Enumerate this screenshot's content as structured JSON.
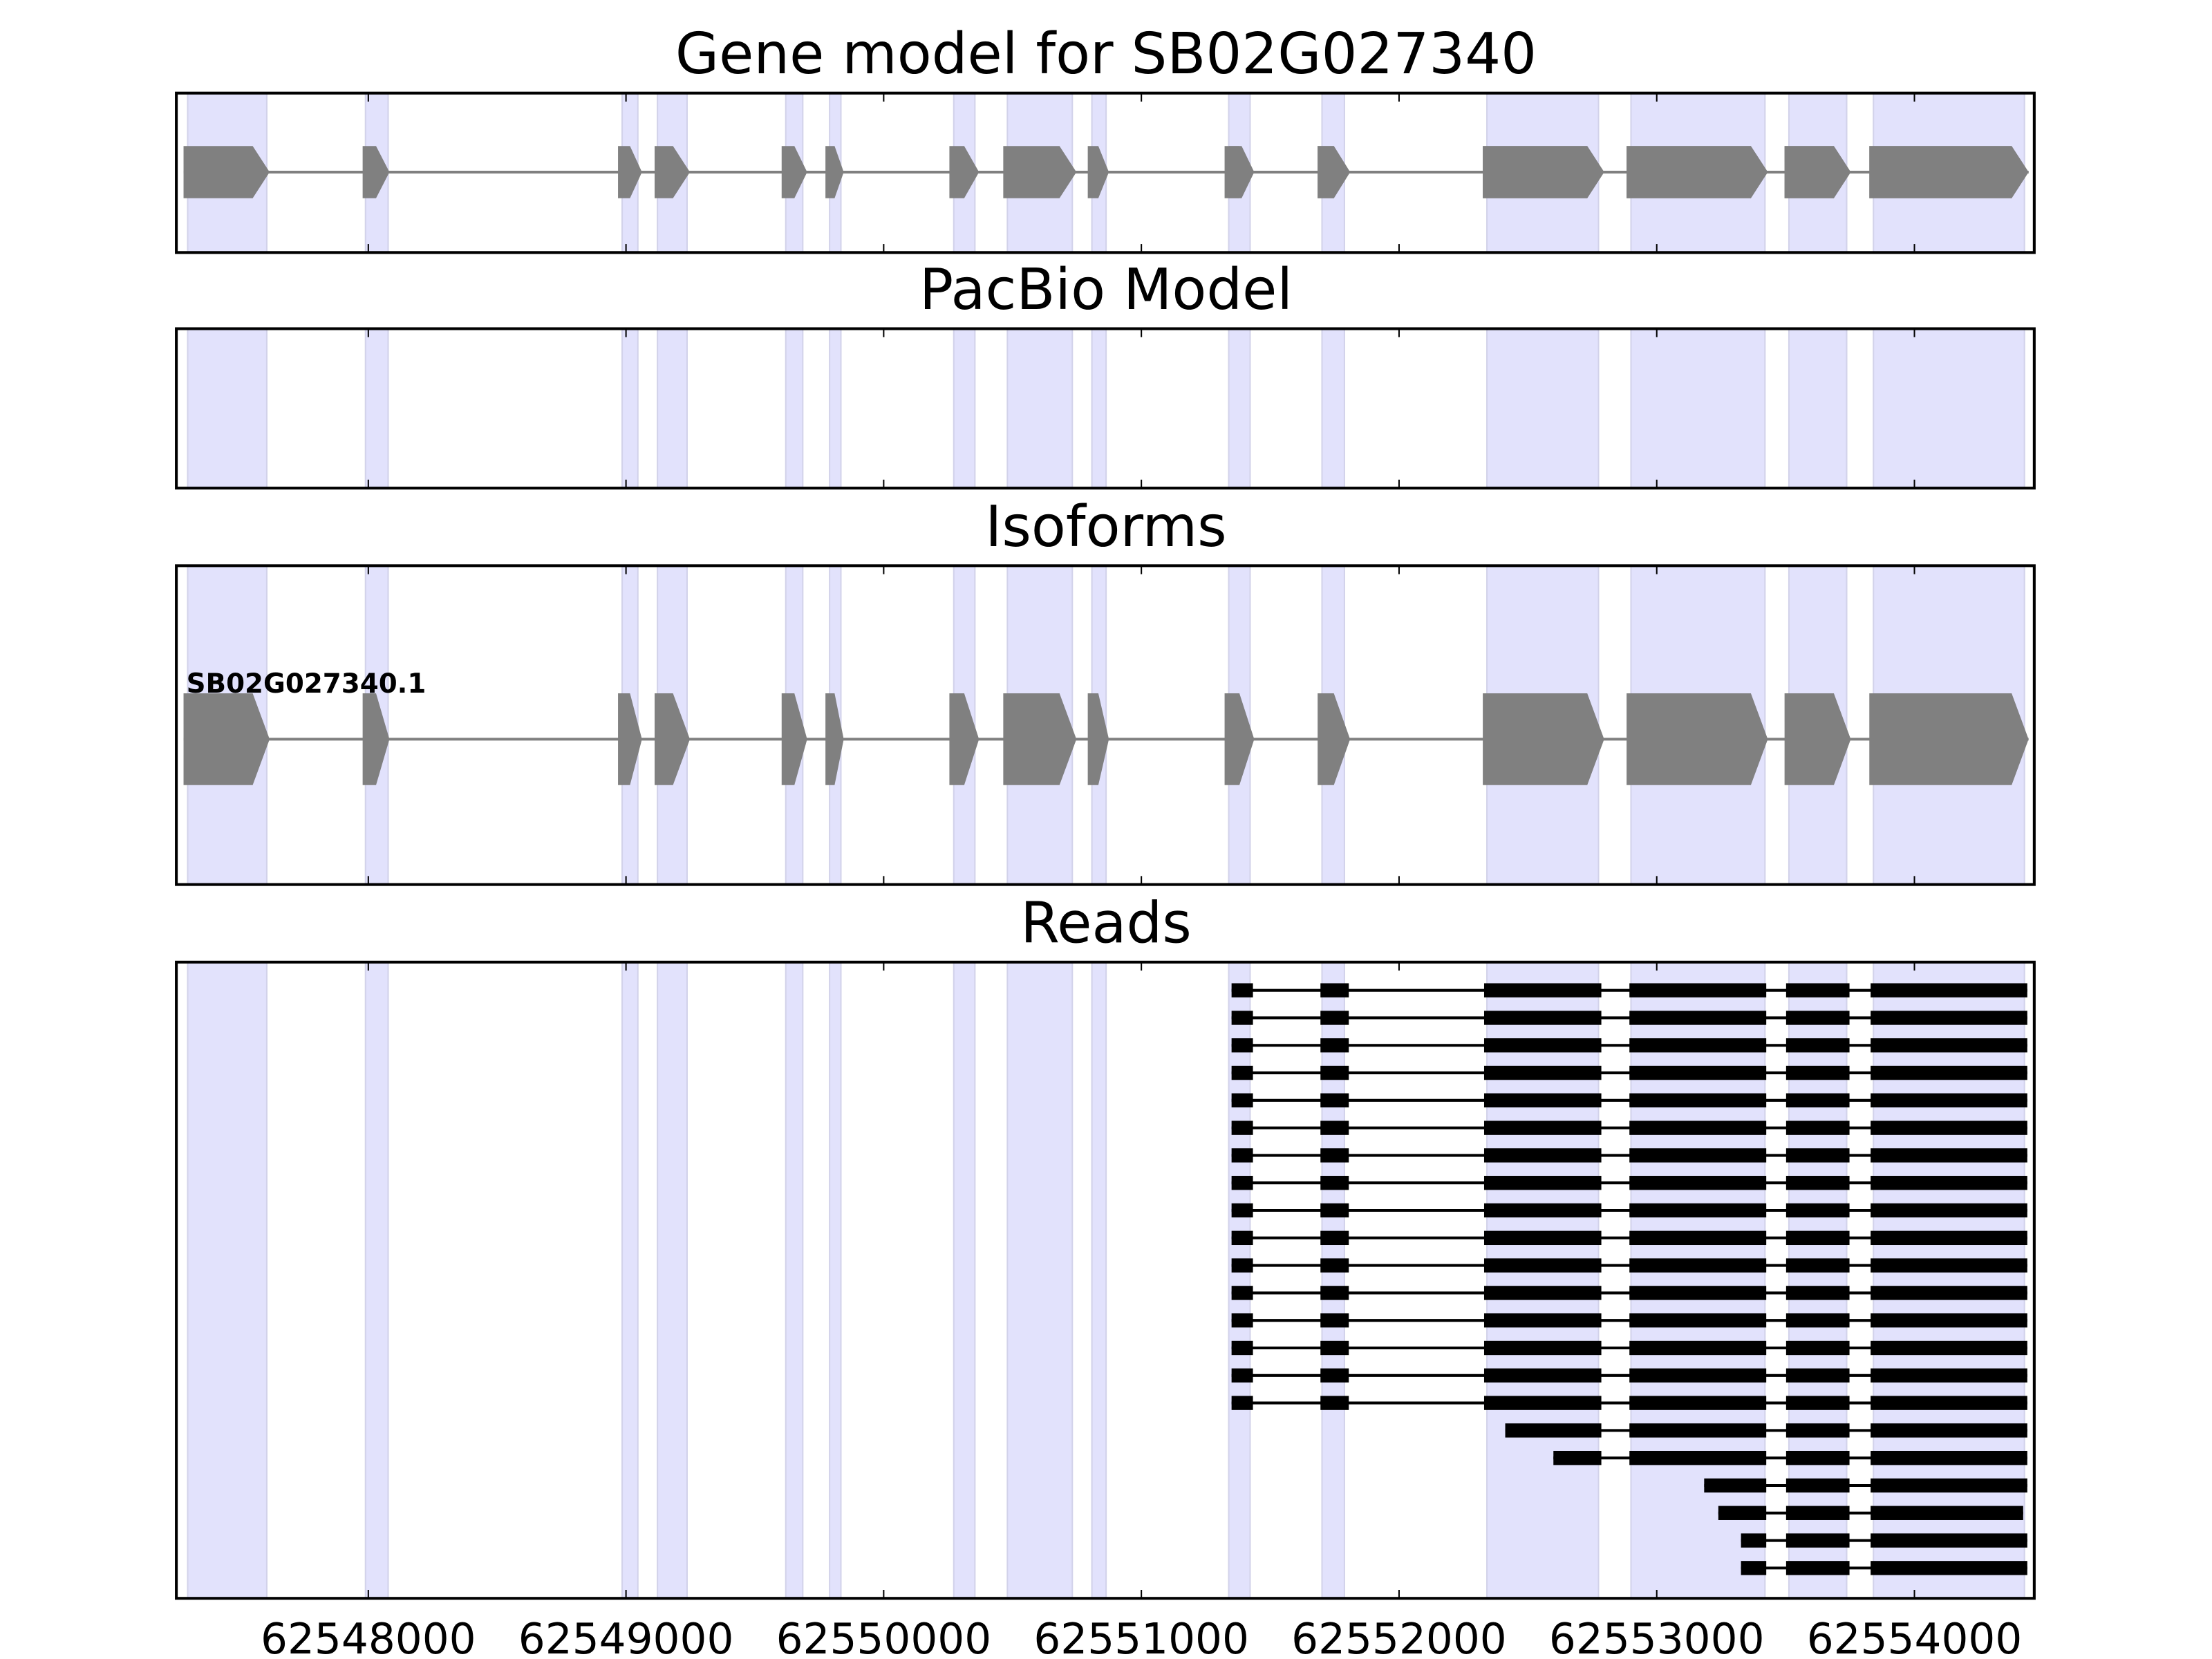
{
  "chart_data": {
    "type": "gene-tracks",
    "xlim": [
      62547255,
      62554465
    ],
    "xticks": [
      62548000,
      62549000,
      62550000,
      62551000,
      62552000,
      62553000,
      62554000
    ],
    "xtick_labels": [
      "62548000",
      "62549000",
      "62550000",
      "62551000",
      "62552000",
      "62553000",
      "62554000"
    ],
    "colors": {
      "band": "#e2e2fc",
      "band_edge": "#d2d2ea",
      "model": "#808080",
      "read": "#000000"
    },
    "bands": [
      [
        62547299,
        62547606
      ],
      [
        62547989,
        62548077
      ],
      [
        62548985,
        62549046
      ],
      [
        62549122,
        62549237
      ],
      [
        62549620,
        62549686
      ],
      [
        62549790,
        62549834
      ],
      [
        62550272,
        62550354
      ],
      [
        62550480,
        62550732
      ],
      [
        62550808,
        62550863
      ],
      [
        62551339,
        62551422
      ],
      [
        62551701,
        62551788
      ],
      [
        62552341,
        62552774
      ],
      [
        62552900,
        62553420
      ],
      [
        62553513,
        62553737
      ],
      [
        62553841,
        62554427
      ]
    ],
    "panels": [
      {
        "title": "Gene model for SB02G027340",
        "kind": "model",
        "exons": [
          [
            62547283,
            62547617
          ],
          [
            62547978,
            62548082
          ],
          [
            62548969,
            62549062
          ],
          [
            62549111,
            62549248
          ],
          [
            62549604,
            62549703
          ],
          [
            62549774,
            62549845
          ],
          [
            62550255,
            62550370
          ],
          [
            62550464,
            62550748
          ],
          [
            62550792,
            62550874
          ],
          [
            62551323,
            62551438
          ],
          [
            62551684,
            62551810
          ],
          [
            62552325,
            62552796
          ],
          [
            62552883,
            62553431
          ],
          [
            62553496,
            62553753
          ],
          [
            62553825,
            62554443
          ]
        ]
      },
      {
        "title": "PacBio Model",
        "kind": "model",
        "exons": [
          [
            62551340,
            62551438
          ],
          [
            62551684,
            62551810
          ],
          [
            62552325,
            62552796
          ],
          [
            62552883,
            62553431
          ],
          [
            62553496,
            62553753
          ],
          [
            62553825,
            62554443
          ]
        ]
      },
      {
        "title": "Isoforms",
        "kind": "isoform",
        "isoforms": [
          {
            "name": "SB02G027340.1",
            "exons": [
              [
                62547283,
                62547617
              ],
              [
                62547978,
                62548082
              ],
              [
                62548969,
                62549062
              ],
              [
                62549111,
                62549248
              ],
              [
                62549604,
                62549703
              ],
              [
                62549774,
                62549845
              ],
              [
                62550255,
                62550370
              ],
              [
                62550464,
                62550748
              ],
              [
                62550792,
                62550874
              ],
              [
                62551323,
                62551438
              ],
              [
                62551684,
                62551810
              ],
              [
                62552325,
                62552796
              ],
              [
                62552883,
                62553431
              ],
              [
                62553496,
                62553753
              ],
              [
                62553825,
                62554443
              ]
            ]
          }
        ]
      },
      {
        "title": "Reads",
        "kind": "reads",
        "reads": [
          [
            [
              62551350,
              62551433
            ],
            [
              62551695,
              62551805
            ],
            [
              62552330,
              62552785
            ],
            [
              62552894,
              62553425
            ],
            [
              62553502,
              62553748
            ],
            [
              62553830,
              62554438
            ]
          ],
          [
            [
              62551350,
              62551433
            ],
            [
              62551695,
              62551805
            ],
            [
              62552330,
              62552785
            ],
            [
              62552894,
              62553425
            ],
            [
              62553502,
              62553748
            ],
            [
              62553830,
              62554438
            ]
          ],
          [
            [
              62551350,
              62551433
            ],
            [
              62551695,
              62551805
            ],
            [
              62552330,
              62552785
            ],
            [
              62552894,
              62553425
            ],
            [
              62553502,
              62553748
            ],
            [
              62553830,
              62554438
            ]
          ],
          [
            [
              62551350,
              62551433
            ],
            [
              62551695,
              62551805
            ],
            [
              62552330,
              62552785
            ],
            [
              62552894,
              62553425
            ],
            [
              62553502,
              62553748
            ],
            [
              62553830,
              62554438
            ]
          ],
          [
            [
              62551350,
              62551433
            ],
            [
              62551695,
              62551805
            ],
            [
              62552330,
              62552785
            ],
            [
              62552894,
              62553425
            ],
            [
              62553502,
              62553748
            ],
            [
              62553830,
              62554438
            ]
          ],
          [
            [
              62551350,
              62551433
            ],
            [
              62551695,
              62551805
            ],
            [
              62552330,
              62552785
            ],
            [
              62552894,
              62553425
            ],
            [
              62553502,
              62553748
            ],
            [
              62553830,
              62554438
            ]
          ],
          [
            [
              62551350,
              62551433
            ],
            [
              62551695,
              62551805
            ],
            [
              62552330,
              62552785
            ],
            [
              62552894,
              62553425
            ],
            [
              62553502,
              62553748
            ],
            [
              62553830,
              62554438
            ]
          ],
          [
            [
              62551350,
              62551433
            ],
            [
              62551695,
              62551805
            ],
            [
              62552330,
              62552785
            ],
            [
              62552894,
              62553425
            ],
            [
              62553502,
              62553748
            ],
            [
              62553830,
              62554438
            ]
          ],
          [
            [
              62551350,
              62551433
            ],
            [
              62551695,
              62551805
            ],
            [
              62552330,
              62552785
            ],
            [
              62552894,
              62553425
            ],
            [
              62553502,
              62553748
            ],
            [
              62553830,
              62554438
            ]
          ],
          [
            [
              62551350,
              62551433
            ],
            [
              62551695,
              62551805
            ],
            [
              62552330,
              62552785
            ],
            [
              62552894,
              62553425
            ],
            [
              62553502,
              62553748
            ],
            [
              62553830,
              62554438
            ]
          ],
          [
            [
              62551350,
              62551433
            ],
            [
              62551695,
              62551805
            ],
            [
              62552330,
              62552785
            ],
            [
              62552894,
              62553425
            ],
            [
              62553502,
              62553748
            ],
            [
              62553830,
              62554438
            ]
          ],
          [
            [
              62551350,
              62551433
            ],
            [
              62551695,
              62551805
            ],
            [
              62552330,
              62552785
            ],
            [
              62552894,
              62553425
            ],
            [
              62553502,
              62553748
            ],
            [
              62553830,
              62554438
            ]
          ],
          [
            [
              62551350,
              62551433
            ],
            [
              62551695,
              62551805
            ],
            [
              62552330,
              62552785
            ],
            [
              62552894,
              62553425
            ],
            [
              62553502,
              62553748
            ],
            [
              62553830,
              62554438
            ]
          ],
          [
            [
              62551350,
              62551433
            ],
            [
              62551695,
              62551805
            ],
            [
              62552330,
              62552785
            ],
            [
              62552894,
              62553425
            ],
            [
              62553502,
              62553748
            ],
            [
              62553830,
              62554438
            ]
          ],
          [
            [
              62551350,
              62551433
            ],
            [
              62551695,
              62551805
            ],
            [
              62552330,
              62552785
            ],
            [
              62552894,
              62553425
            ],
            [
              62553502,
              62553748
            ],
            [
              62553830,
              62554438
            ]
          ],
          [
            [
              62551350,
              62551433
            ],
            [
              62551695,
              62551805
            ],
            [
              62552330,
              62552785
            ],
            [
              62552894,
              62553425
            ],
            [
              62553502,
              62553748
            ],
            [
              62553830,
              62554438
            ]
          ],
          [
            [
              62552412,
              62552785
            ],
            [
              62552894,
              62553425
            ],
            [
              62553502,
              62553748
            ],
            [
              62553830,
              62554438
            ]
          ],
          [
            [
              62552599,
              62552785
            ],
            [
              62552894,
              62553425
            ],
            [
              62553502,
              62553748
            ],
            [
              62553830,
              62554438
            ]
          ],
          [
            [
              62553184,
              62553425
            ],
            [
              62553502,
              62553748
            ],
            [
              62553830,
              62554438
            ]
          ],
          [
            [
              62553239,
              62553425
            ],
            [
              62553502,
              62553748
            ],
            [
              62553830,
              62554422
            ]
          ],
          [
            [
              62553327,
              62553425
            ],
            [
              62553502,
              62553748
            ],
            [
              62553830,
              62554438
            ]
          ],
          [
            [
              62553327,
              62553425
            ],
            [
              62553502,
              62553748
            ],
            [
              62553830,
              62554438
            ]
          ]
        ]
      }
    ]
  }
}
